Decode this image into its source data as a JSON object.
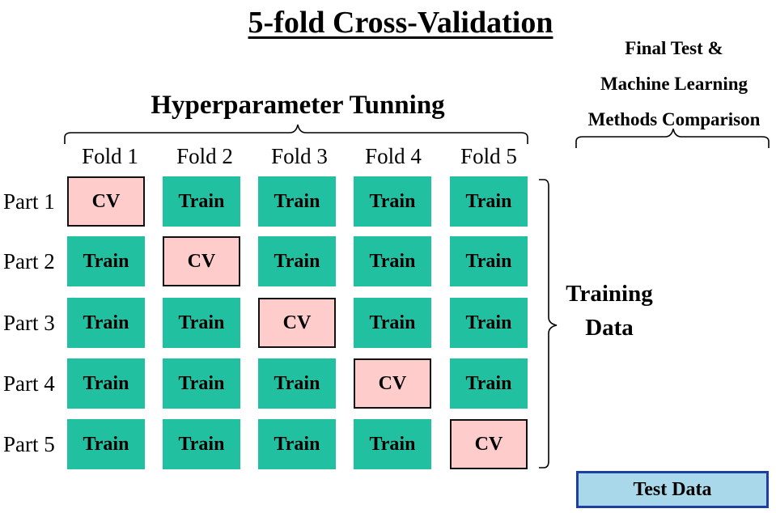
{
  "title": "5-fold Cross-Validation",
  "hyper_label": "Hyperparameter Tunning",
  "final_label": [
    "Final Test &",
    "Machine Learning",
    "Methods Comparison"
  ],
  "folds": [
    "Fold 1",
    "Fold 2",
    "Fold 3",
    "Fold 4",
    "Fold 5"
  ],
  "parts": [
    "Part 1",
    "Part 2",
    "Part 3",
    "Part 4",
    "Part 5"
  ],
  "grid": [
    [
      "CV",
      "Train",
      "Train",
      "Train",
      "Train"
    ],
    [
      "Train",
      "CV",
      "Train",
      "Train",
      "Train"
    ],
    [
      "Train",
      "Train",
      "CV",
      "Train",
      "Train"
    ],
    [
      "Train",
      "Train",
      "Train",
      "CV",
      "Train"
    ],
    [
      "Train",
      "Train",
      "Train",
      "Train",
      "CV"
    ]
  ],
  "training_label": [
    "Training",
    "Data"
  ],
  "test_label": "Test Data",
  "colors": {
    "train": "#20c0a0",
    "cv": "#ffcccc",
    "test_fill": "#a8d8ea",
    "test_border": "#1f3f9f"
  }
}
